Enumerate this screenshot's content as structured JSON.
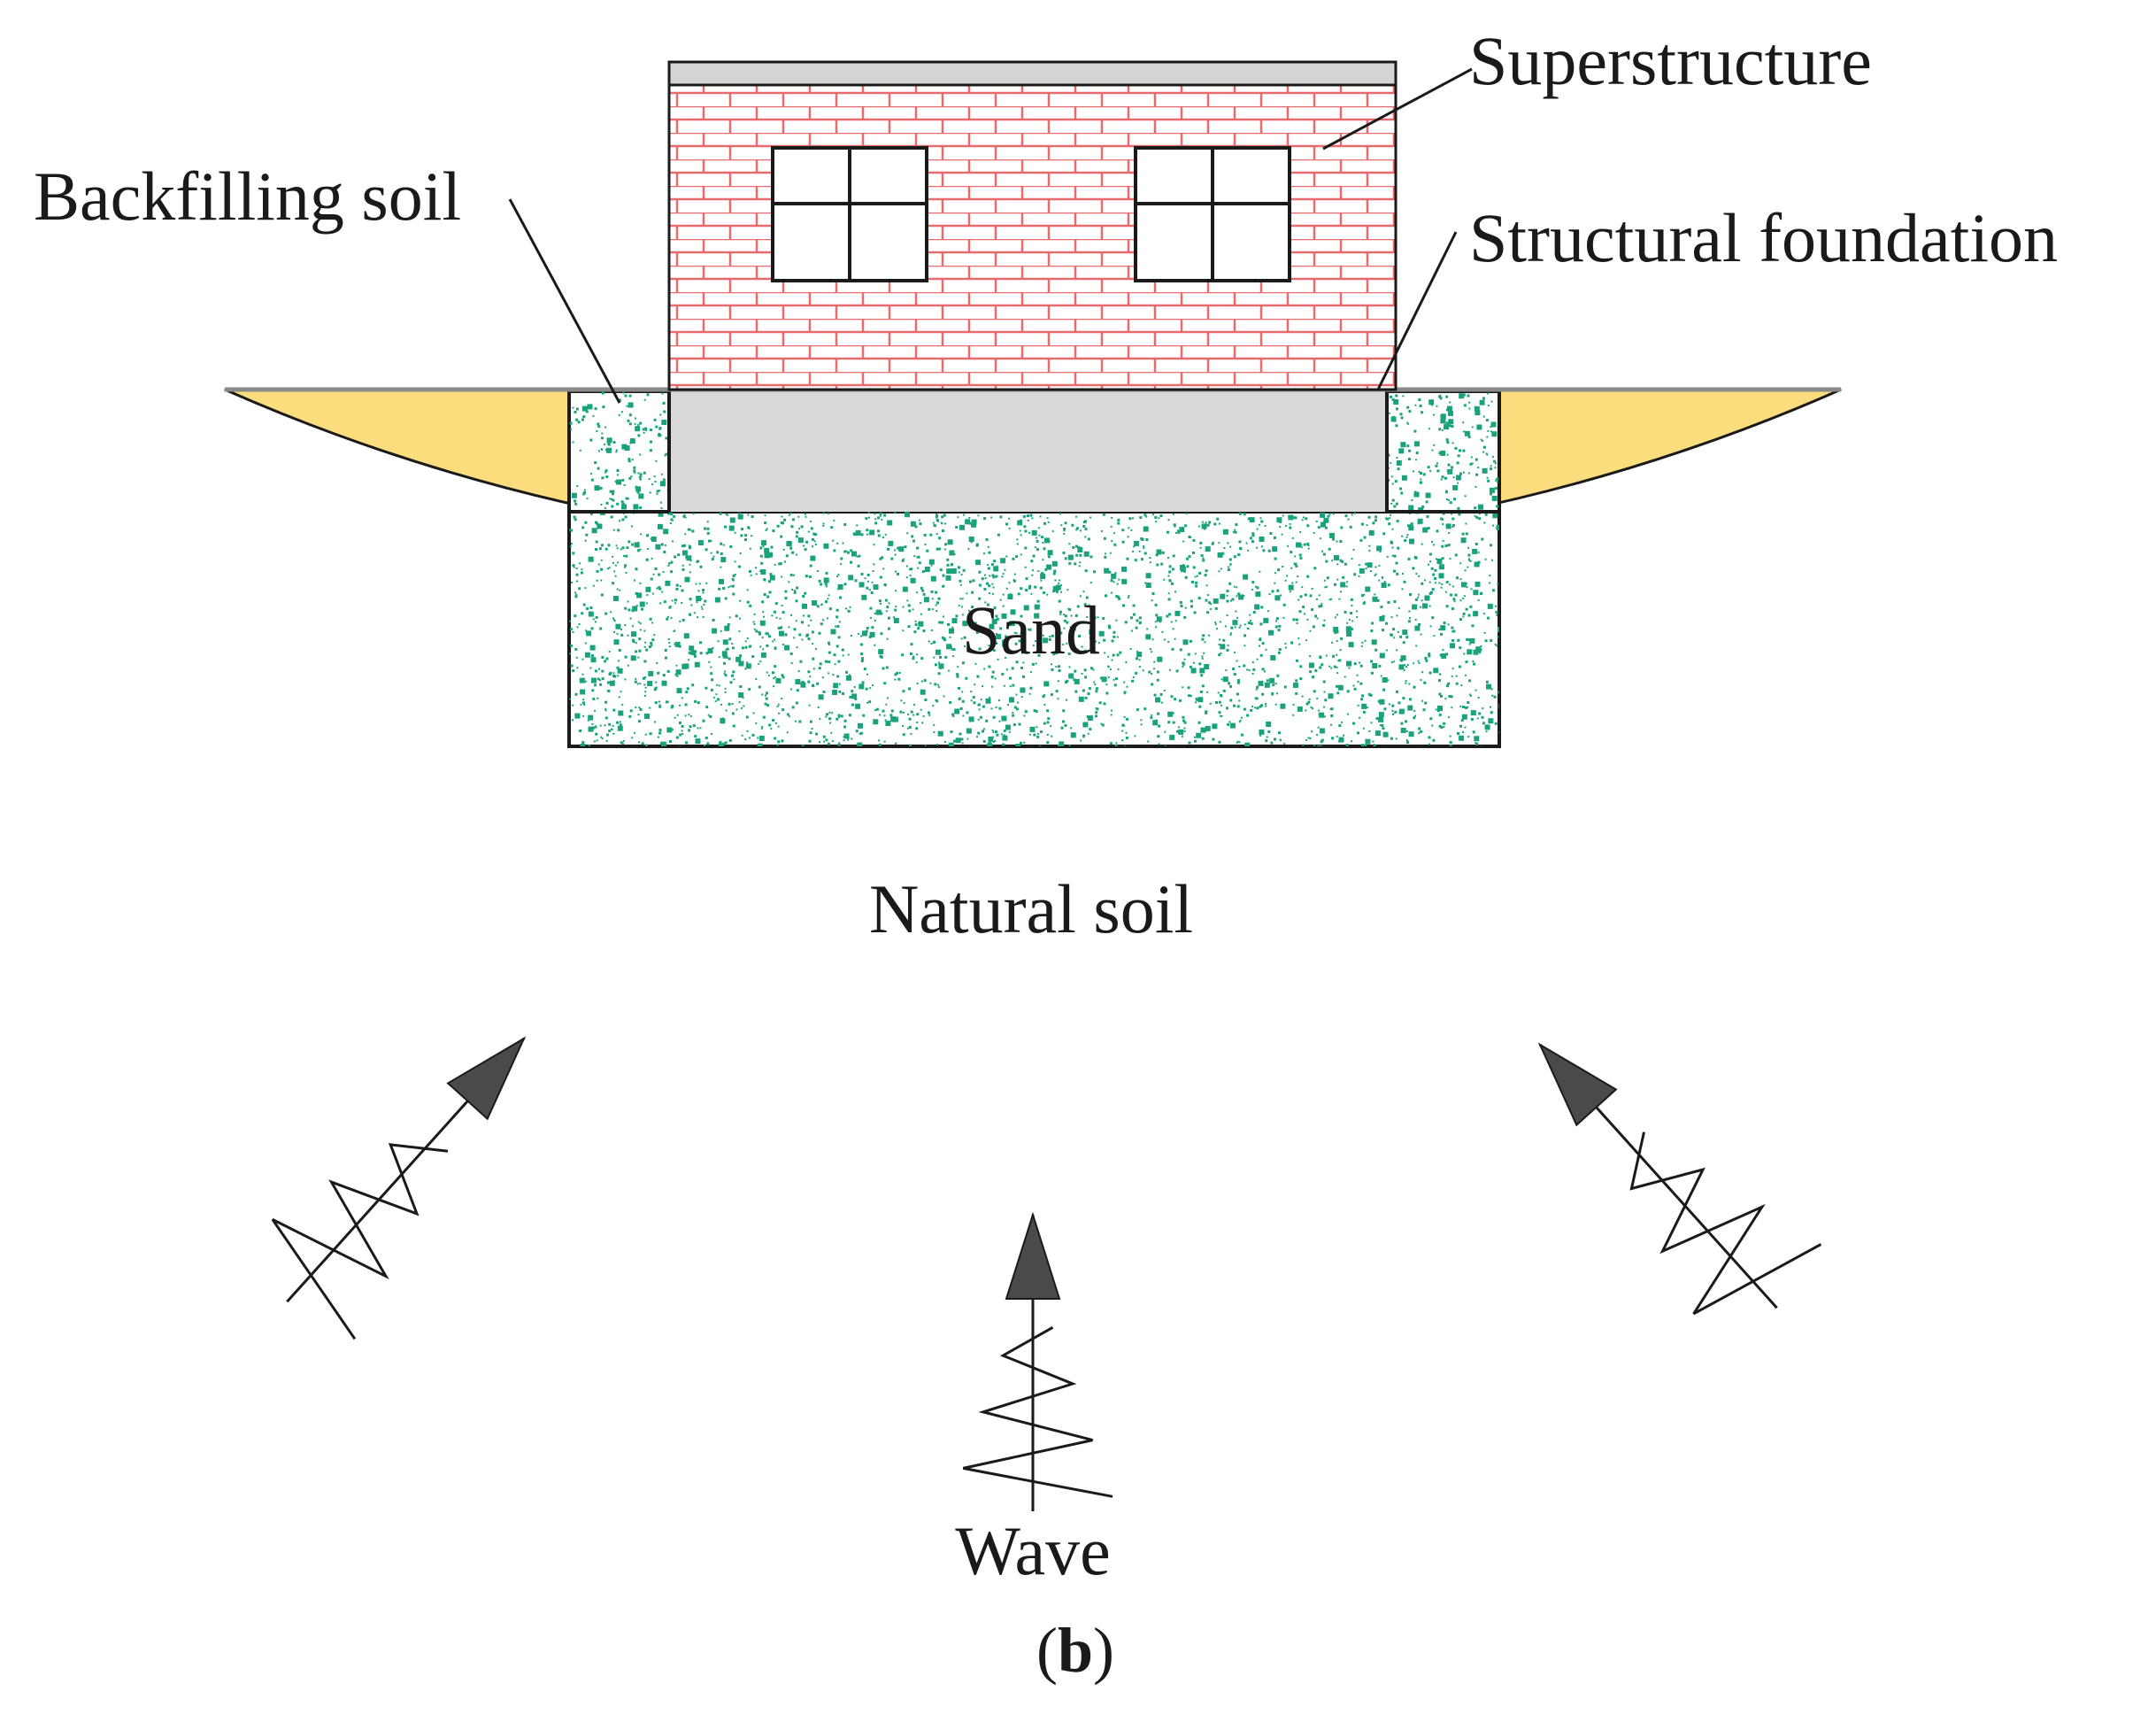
{
  "diagram": {
    "labels": {
      "superstructure": "Superstructure",
      "backfilling_soil": "Backfilling soil",
      "structural_foundation": "Structural foundation",
      "sand": "Sand",
      "natural_soil": "Natural soil",
      "wave": "Wave",
      "panel_open": "(",
      "panel_letter": "b",
      "panel_close": ")"
    },
    "colors": {
      "natural_soil": "#fcdd7e",
      "foundation": "#d9d9d9",
      "roof": "#d4d4d4",
      "brick_line": "#e96a6a",
      "sand_dots": "#1aa37a",
      "outline": "#1a1a1a",
      "arrow_head": "#4a4a4a"
    },
    "icons": {
      "window": "window-icon",
      "wave_arrow": "seismic-wave-arrow-icon"
    }
  }
}
